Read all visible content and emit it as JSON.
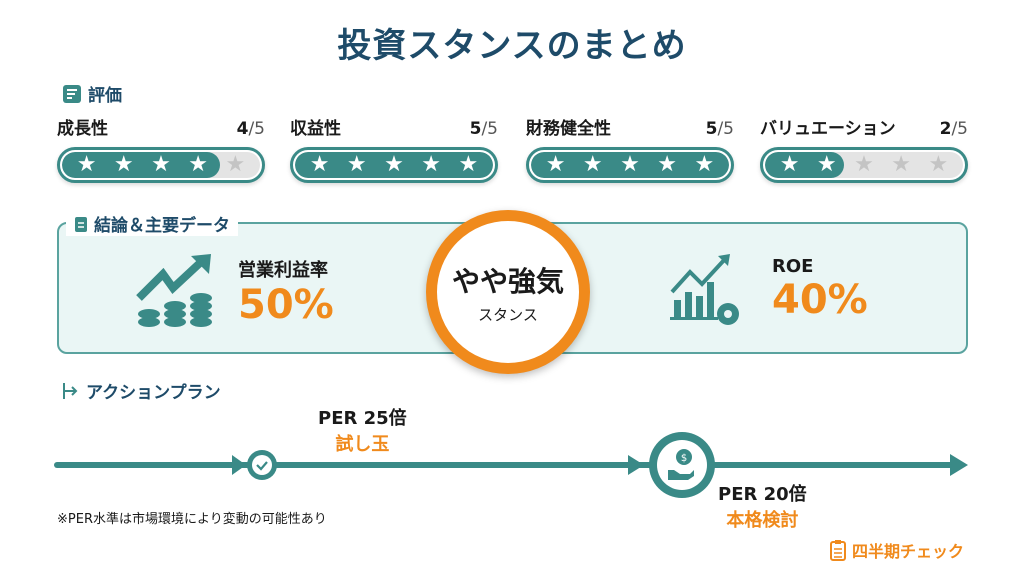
{
  "title": "投資スタンスのまとめ",
  "evaluation": {
    "heading": "評価",
    "items": [
      {
        "label": "成長性",
        "score": "4",
        "max": "/5",
        "value": 4
      },
      {
        "label": "収益性",
        "score": "5",
        "max": "/5",
        "value": 5
      },
      {
        "label": "財務健全性",
        "score": "5",
        "max": "/5",
        "value": 5
      },
      {
        "label": "バリュエーション",
        "score": "2",
        "max": "/5",
        "value": 2
      }
    ]
  },
  "conclusion": {
    "heading": "結論＆主要データ",
    "stance": "やや強気",
    "stance_sub": "スタンス",
    "metric1": {
      "label": "営業利益率",
      "value": "50%"
    },
    "metric2": {
      "label": "ROE",
      "value": "40%"
    }
  },
  "action": {
    "heading": "アクションプラン",
    "step1": {
      "per": "PER 25倍",
      "action": "試し玉"
    },
    "step2": {
      "per": "PER 20倍",
      "action": "本格検討"
    },
    "note": "※PER水準は市場環境により変動の可能性あり",
    "quarterly": "四半期チェック"
  },
  "colors": {
    "teal": "#3a8a87",
    "navy": "#1e4b69",
    "orange": "#f08a1c"
  }
}
